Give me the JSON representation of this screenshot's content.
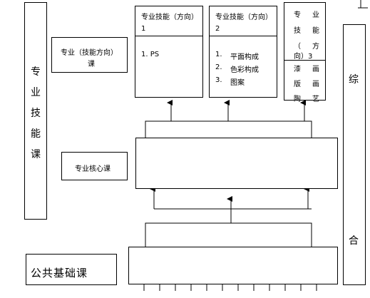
{
  "left_column": {
    "chars": [
      "专",
      "业",
      "技",
      "能",
      "课"
    ]
  },
  "right_column": {
    "chars": [
      "综",
      "合"
    ]
  },
  "skill_direction_course": {
    "line1": "专业（技能方向）",
    "line2": "课"
  },
  "core_course": {
    "label": "专业核心课"
  },
  "public_course": {
    "label": "公共基础课"
  },
  "direction1": {
    "title": "专业技能（方向）",
    "num": "1",
    "items": [
      "1. PS"
    ]
  },
  "direction2": {
    "title": "专业技能（方向）",
    "num": "2",
    "items": [
      "1.",
      "平面构成",
      "2.",
      "色彩构成",
      "3.",
      "图案"
    ]
  },
  "direction3": {
    "title_chars": [
      [
        "专",
        "业"
      ],
      [
        "技",
        "能"
      ],
      [
        "（",
        "方"
      ],
      [
        "向）3",
        ""
      ]
    ],
    "items": [
      [
        "漆",
        "画"
      ],
      [
        "版",
        "画"
      ],
      [
        "陶",
        "艺"
      ]
    ]
  }
}
